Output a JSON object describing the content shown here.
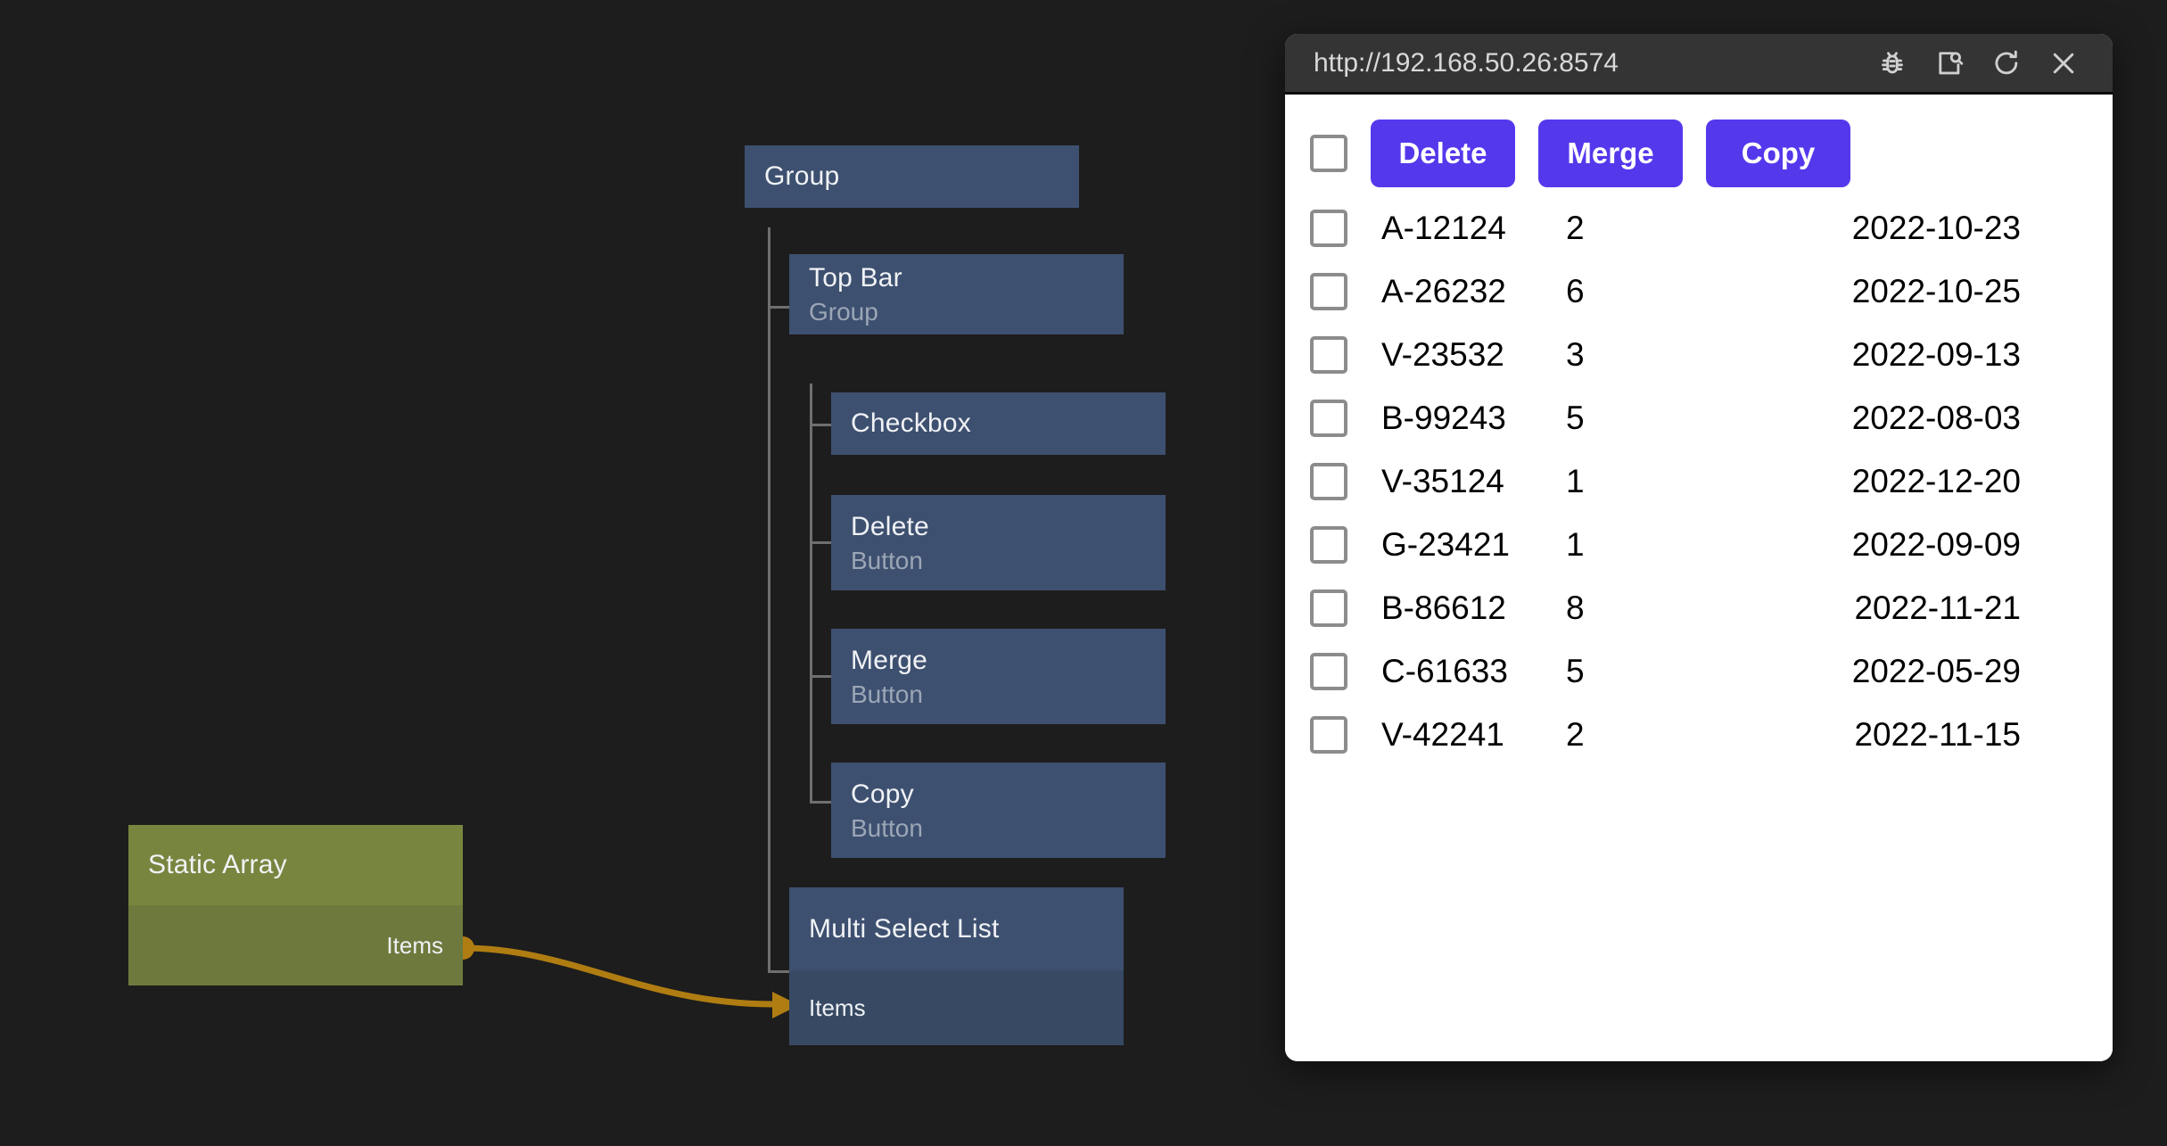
{
  "canvas": {
    "background": "#1d1d1d",
    "edge_color": "#b07d12",
    "node_color": "#3e5070",
    "node_body_color": "#374963",
    "array_node_color": "#78853f",
    "nodes": [
      {
        "title": "Group",
        "subtitle": "",
        "port": "",
        "kind": "group"
      },
      {
        "title": "Top Bar",
        "subtitle": "Group",
        "port": "",
        "kind": "group"
      },
      {
        "title": "Checkbox",
        "subtitle": "",
        "port": "",
        "kind": "widget"
      },
      {
        "title": "Delete",
        "subtitle": "Button",
        "port": "",
        "kind": "widget"
      },
      {
        "title": "Merge",
        "subtitle": "Button",
        "port": "",
        "kind": "widget"
      },
      {
        "title": "Copy",
        "subtitle": "Button",
        "port": "",
        "kind": "widget"
      },
      {
        "title": "Multi Select List",
        "subtitle": "",
        "port": "Items",
        "kind": "widget"
      },
      {
        "title": "Static Array",
        "subtitle": "",
        "port": "Items",
        "kind": "data"
      }
    ]
  },
  "preview": {
    "url": "http://192.168.50.26:8574",
    "icons": [
      "bug-icon",
      "inspect-page-icon",
      "reload-icon",
      "close-icon"
    ],
    "accent": "#5438ec",
    "toolbar": {
      "select_all_label": "select-all-checkbox",
      "buttons": [
        "Delete",
        "Merge",
        "Copy"
      ]
    },
    "table": {
      "rows": [
        {
          "id": "A-12124",
          "qty": "2",
          "date": "2022-10-23"
        },
        {
          "id": "A-26232",
          "qty": "6",
          "date": "2022-10-25"
        },
        {
          "id": "V-23532",
          "qty": "3",
          "date": "2022-09-13"
        },
        {
          "id": "B-99243",
          "qty": "5",
          "date": "2022-08-03"
        },
        {
          "id": "V-35124",
          "qty": "1",
          "date": "2022-12-20"
        },
        {
          "id": "G-23421",
          "qty": "1",
          "date": "2022-09-09"
        },
        {
          "id": "B-86612",
          "qty": "8",
          "date": "2022-11-21"
        },
        {
          "id": "C-61633",
          "qty": "5",
          "date": "2022-05-29"
        },
        {
          "id": "V-42241",
          "qty": "2",
          "date": "2022-11-15"
        }
      ]
    }
  }
}
